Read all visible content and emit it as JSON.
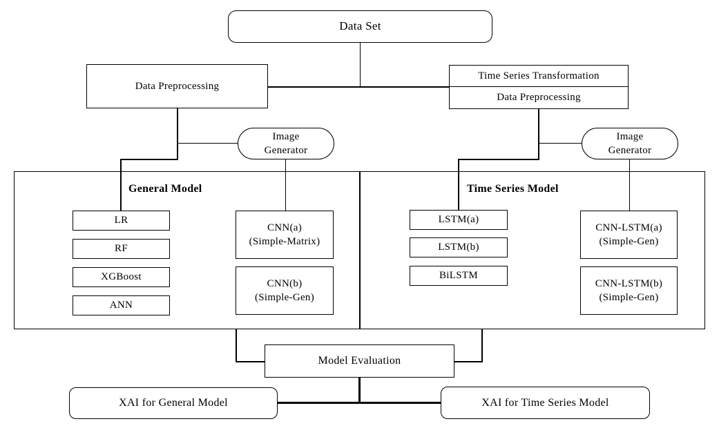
{
  "diagram": {
    "dataset": "Data Set",
    "preprocessing_left": "Data Preprocessing",
    "right_stack": {
      "top": "Time Series Transformation",
      "bottom": "Data Preprocessing"
    },
    "image_generator_left": {
      "line1": "Image",
      "line2": "Generator"
    },
    "image_generator_right": {
      "line1": "Image",
      "line2": "Generator"
    },
    "general_model": {
      "title": "General Model",
      "models": [
        "LR",
        "RF",
        "XGBoost",
        "ANN"
      ],
      "cnn_a": {
        "line1": "CNN(a)",
        "line2": "(Simple-Matrix)"
      },
      "cnn_b": {
        "line1": "CNN(b)",
        "line2": "(Simple-Gen)"
      }
    },
    "time_series_model": {
      "title": "Time Series Model",
      "models": [
        "LSTM(a)",
        "LSTM(b)",
        "BiLSTM"
      ],
      "cnn_lstm_a": {
        "line1": "CNN-LSTM(a)",
        "line2": "(Simple-Gen)"
      },
      "cnn_lstm_b": {
        "line1": "CNN-LSTM(b)",
        "line2": "(Simple-Gen)"
      }
    },
    "model_evaluation": "Model Evaluation",
    "xai_general": "XAI for General Model",
    "xai_time_series": "XAI for Time Series Model",
    "colors": {
      "background": "#ffffff",
      "line": "#000000",
      "border": "#000000",
      "text": "#000000"
    }
  }
}
